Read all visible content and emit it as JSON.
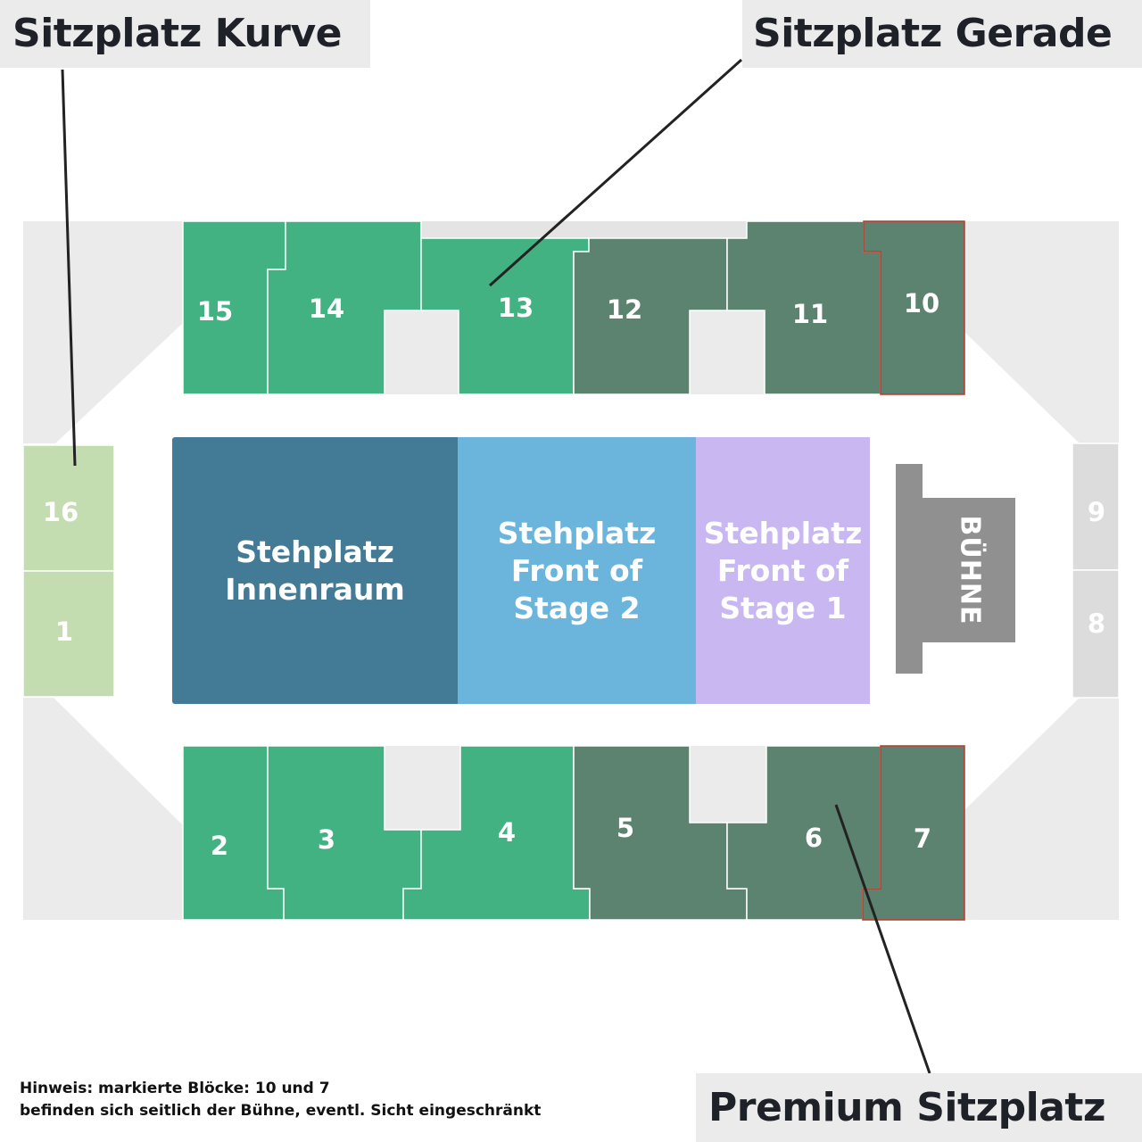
{
  "legend": {
    "sitzplatz_kurve": "Sitzplatz Kurve",
    "sitzplatz_gerade": "Sitzplatz Gerade",
    "premium_sitzplatz": "Premium Sitzplatz"
  },
  "colors": {
    "kurve": "#c3ddb0",
    "gerade": "#42b283",
    "premium": "#5c8270",
    "innenraum": "#437a96",
    "front_stage_2": "#6bb5dc",
    "front_stage_1": "#c9b7f2",
    "buehne": "#909090",
    "marked_outline": "#c0392b",
    "unsold": "#dcdcdc",
    "arena_background": "#ebebeb"
  },
  "blocks": {
    "b1": "1",
    "b2": "2",
    "b3": "3",
    "b4": "4",
    "b5": "5",
    "b6": "6",
    "b7": "7",
    "b8": "8",
    "b9": "9",
    "b10": "10",
    "b11": "11",
    "b12": "12",
    "b13": "13",
    "b14": "14",
    "b15": "15",
    "b16": "16"
  },
  "zones": {
    "innenraum": "Stehplatz\nInnenraum",
    "front_stage_2": "Stehplatz\nFront of\nStage 2",
    "front_stage_1": "Stehplatz\nFront of\nStage 1",
    "buehne": "BÜHNE"
  },
  "note": {
    "line1": "Hinweis: markierte Blöcke: 10 und 7",
    "line2": "befinden sich seitlich der Bühne, eventl. Sicht eingeschränkt"
  }
}
